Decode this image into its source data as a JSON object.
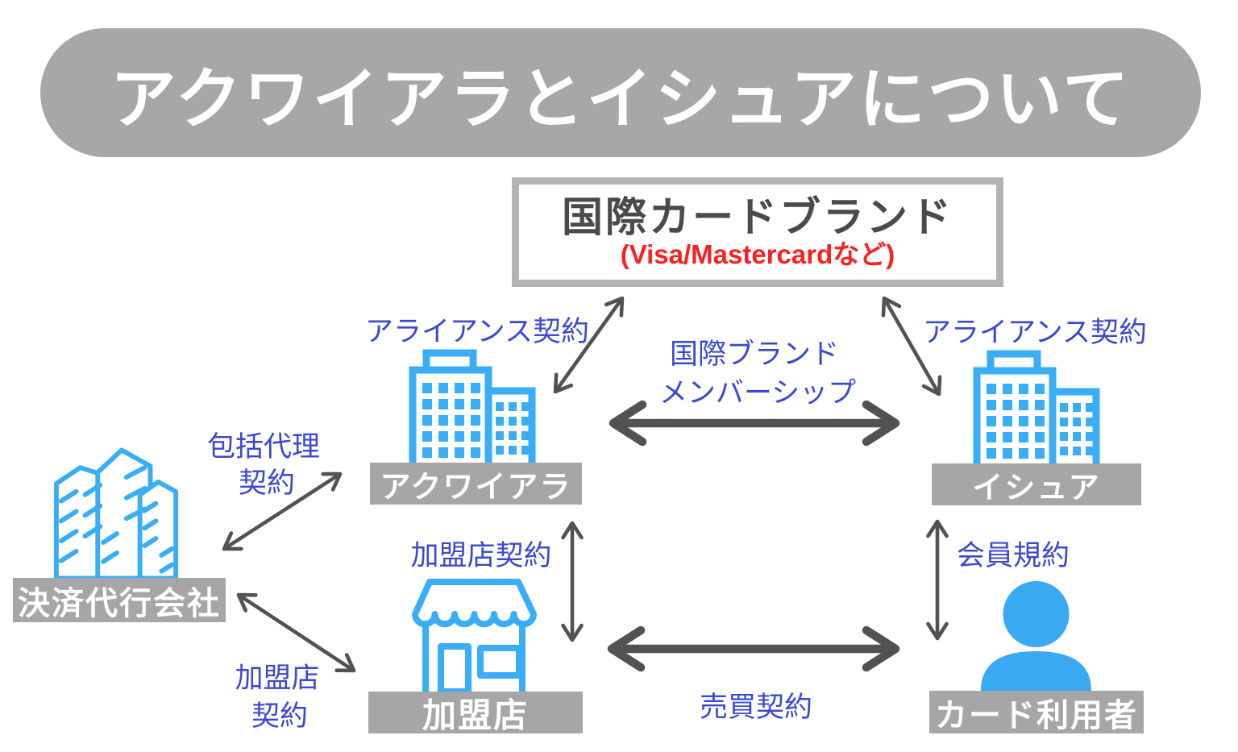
{
  "title": "アクワイアラとイシュアについて",
  "brand_box": {
    "title": "国際カードブランド",
    "subtitle": "(Visa/Mastercardなど)"
  },
  "entities": {
    "payment_agency": {
      "label": "決済代行会社",
      "icon": "skyscrapers-icon"
    },
    "acquirer": {
      "label": "アクワイアラ",
      "icon": "office-buildings-icon"
    },
    "issuer": {
      "label": "イシュア",
      "icon": "office-buildings-icon"
    },
    "merchant": {
      "label": "加盟店",
      "icon": "storefront-icon"
    },
    "cardholder": {
      "label": "カード利用者",
      "icon": "person-icon"
    }
  },
  "relations": {
    "alliance_left": {
      "label": "アライアンス契約",
      "between": [
        "アクワイアラ",
        "国際カードブランド"
      ],
      "arrow": "thin-double"
    },
    "alliance_right": {
      "label": "アライアンス契約",
      "between": [
        "イシュア",
        "国際カードブランド"
      ],
      "arrow": "thin-double"
    },
    "brand_membership": {
      "line1": "国際ブランド",
      "line2": "メンバーシップ",
      "between": [
        "アクワイアラ",
        "イシュア"
      ],
      "arrow": "thick-double"
    },
    "comprehensive_agency": {
      "line1": "包括代理",
      "line2": "契約",
      "between": [
        "決済代行会社",
        "アクワイアラ"
      ],
      "arrow": "thin-double"
    },
    "merchant_contract_acquirer": {
      "label": "加盟店契約",
      "between": [
        "アクワイアラ",
        "加盟店"
      ],
      "arrow": "thin-double"
    },
    "merchant_contract_psp": {
      "line1": "加盟店",
      "line2": "契約",
      "between": [
        "決済代行会社",
        "加盟店"
      ],
      "arrow": "thin-double"
    },
    "sales_contract": {
      "label": "売買契約",
      "between": [
        "加盟店",
        "カード利用者"
      ],
      "arrow": "thick-double"
    },
    "member_terms": {
      "label": "会員規約",
      "between": [
        "イシュア",
        "カード利用者"
      ],
      "arrow": "thin-double"
    }
  },
  "colors": {
    "banner_gray": "#A7A7A7",
    "label_band_gray": "#A6A6A6",
    "box_border_gray": "#B3B3B3",
    "box_title_gray": "#4A4A4A",
    "accent_red": "#FA2020",
    "label_blue": "#3A49D1",
    "icon_blue": "#39AEF6",
    "person_blue": "#39A9F2",
    "arrow_gray": "#525252"
  }
}
